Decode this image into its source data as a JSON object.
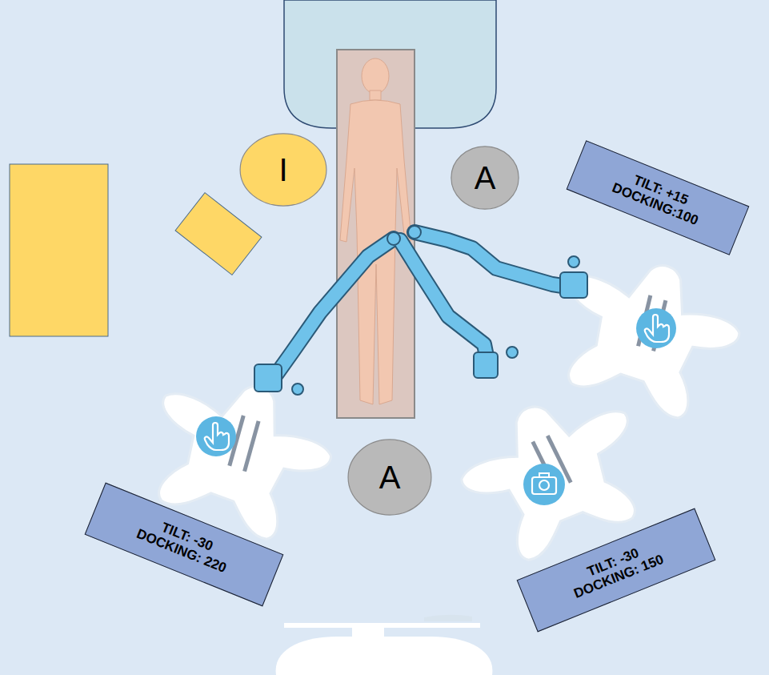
{
  "diagram": {
    "nodes": [
      {
        "text": [
          "I"
        ]
      },
      {
        "text": [
          "A"
        ]
      },
      {
        "text": [
          "TILT: +15",
          "DOCKING:100"
        ]
      },
      {
        "text": [
          "A"
        ]
      },
      {
        "text": [
          "TILT: -30",
          "DOCKING: 220"
        ]
      },
      {
        "text": [
          "TILT: -30",
          "DOCKING: 150"
        ]
      }
    ]
  }
}
